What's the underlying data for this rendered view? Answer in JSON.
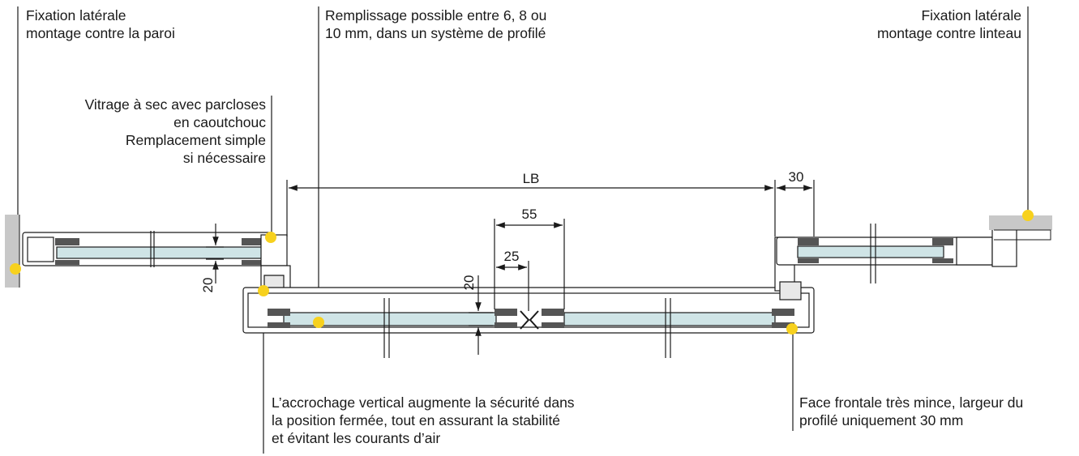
{
  "annotations": {
    "left_fixing": [
      "Fixation latérale",
      "montage contre la paroi"
    ],
    "infill": [
      "Remplissage possible entre 6, 8 ou",
      "10 mm, dans un système de profilé"
    ],
    "right_fixing": [
      "Fixation latérale",
      "montage contre linteau"
    ],
    "glazing": [
      "Vitrage à sec avec parcloses",
      "en caoutchouc",
      "Remplacement simple",
      "si nécessaire"
    ],
    "hook": [
      "L’accrochage vertical augmente la sécurité dans",
      "la position fermée, tout en assurant la stabilité",
      "et évitant les courants d’air"
    ],
    "face": [
      "Face frontale très mince, largeur du",
      "profilé uniquement 30 mm"
    ]
  },
  "dimensions": {
    "lb": "LB",
    "d30": "30",
    "d55": "55",
    "d25": "25",
    "d20_left": "20",
    "d20_mid": "20"
  },
  "colors": {
    "glass": "#cfe4e6",
    "marker": "#f7d11e",
    "wall": "#c8c8c8",
    "line": "#1a1a1a"
  }
}
